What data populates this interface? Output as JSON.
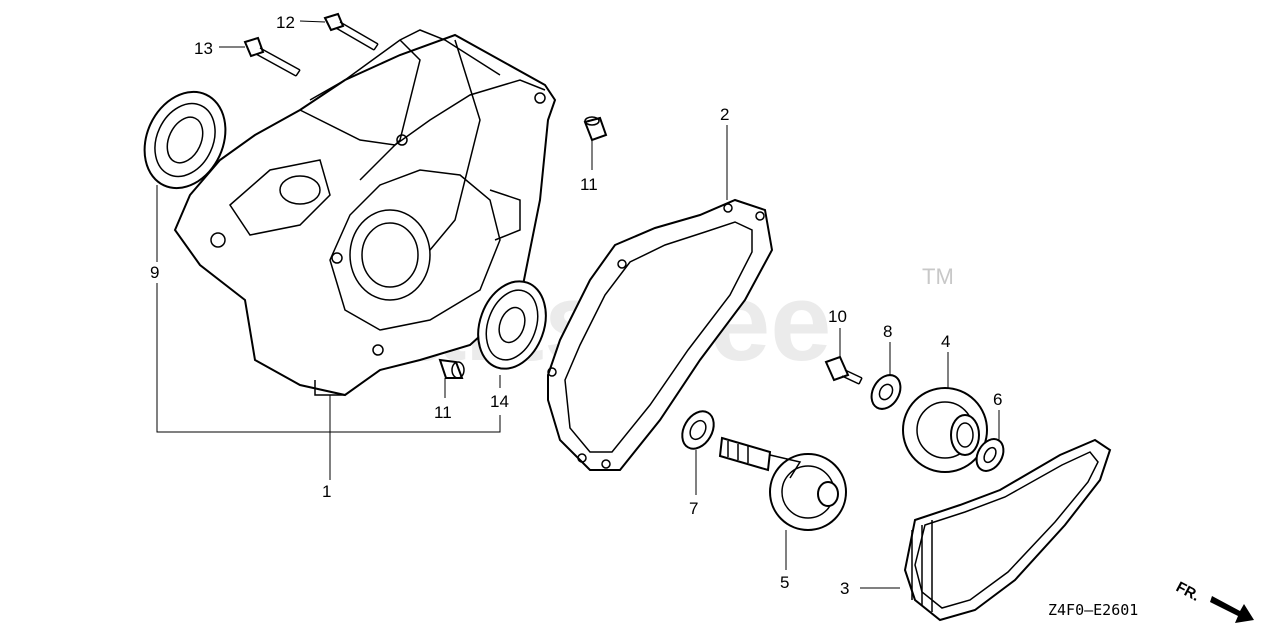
{
  "watermark": {
    "text": "PartsTree",
    "trademark": "TM"
  },
  "diagram_code": "Z4F0—E2601",
  "front_indicator": "FR.",
  "callouts": {
    "c1": "1",
    "c2": "2",
    "c3": "3",
    "c4": "4",
    "c5": "5",
    "c6": "6",
    "c7": "7",
    "c8": "8",
    "c9": "9",
    "c10": "10",
    "c11a": "11",
    "c11b": "11",
    "c12": "12",
    "c13": "13",
    "c14": "14"
  }
}
